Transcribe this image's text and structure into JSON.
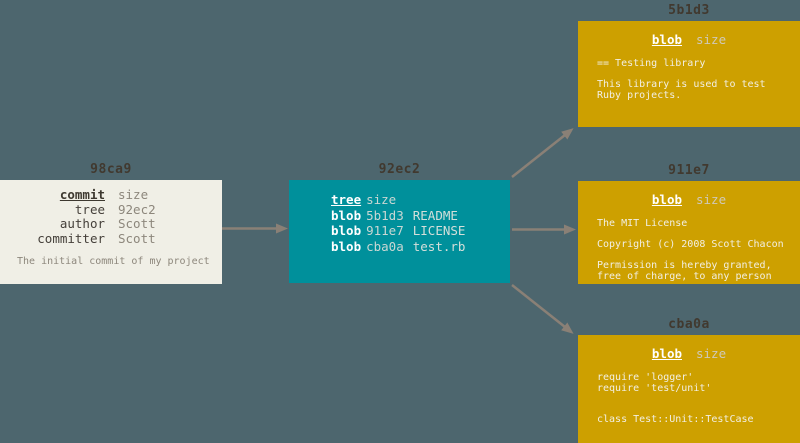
{
  "colors": {
    "background": "#4d666e",
    "commit_box": "#f0efe6",
    "tree_box": "#00909b",
    "blob_box": "#cda000",
    "arrow": "#8a8076",
    "hash_label": "#41392f"
  },
  "commit_object": {
    "hash_label": "98ca9",
    "fields": [
      {
        "key": "commit",
        "value": "size"
      },
      {
        "key": "tree",
        "value": "92ec2"
      },
      {
        "key": "author",
        "value": "Scott"
      },
      {
        "key": "committer",
        "value": "Scott"
      }
    ],
    "message": "The initial commit of my project"
  },
  "tree_object": {
    "hash_label": "92ec2",
    "header": {
      "type": "tree",
      "size": "size"
    },
    "entries": [
      {
        "type": "blob",
        "hash": "5b1d3",
        "filename": "README"
      },
      {
        "type": "blob",
        "hash": "911e7",
        "filename": "LICENSE"
      },
      {
        "type": "blob",
        "hash": "cba0a",
        "filename": "test.rb"
      }
    ]
  },
  "blob_objects": [
    {
      "hash_label": "5b1d3",
      "header": {
        "type": "blob",
        "size": "size"
      },
      "lines": [
        "== Testing library",
        "",
        "This library is used to test",
        "Ruby projects."
      ]
    },
    {
      "hash_label": "911e7",
      "header": {
        "type": "blob",
        "size": "size"
      },
      "lines": [
        "The MIT License",
        "",
        "Copyright (c) 2008 Scott Chacon",
        "",
        "Permission is hereby granted,",
        "free of charge, to any person"
      ]
    },
    {
      "hash_label": "cba0a",
      "header": {
        "type": "blob",
        "size": "size"
      },
      "lines": [
        "require 'logger'",
        "require 'test/unit'",
        "",
        "",
        "class Test::Unit::TestCase"
      ]
    }
  ]
}
